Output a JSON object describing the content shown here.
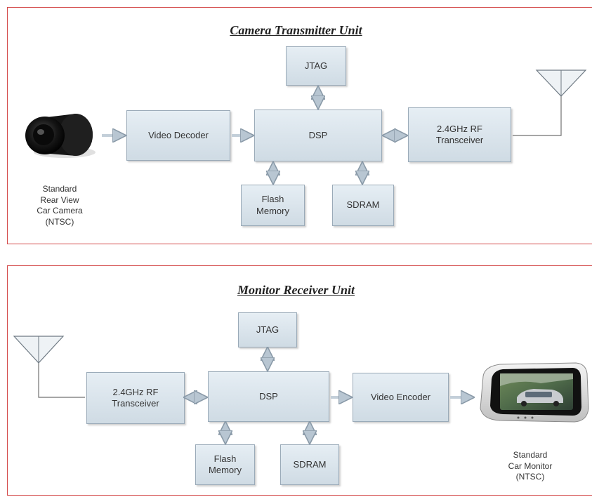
{
  "transmitter": {
    "title": "Camera Transmitter Unit",
    "blocks": {
      "jtag": "JTAG",
      "video_decoder": "Video Decoder",
      "dsp": "DSP",
      "rf": "2.4GHz RF\nTransceiver",
      "flash": "Flash\nMemory",
      "sdram": "SDRAM"
    },
    "camera_caption": "Standard\nRear View\nCar Camera\n(NTSC)"
  },
  "receiver": {
    "title": "Monitor Receiver Unit",
    "blocks": {
      "jtag": "JTAG",
      "rf": "2.4GHz RF\nTransceiver",
      "dsp": "DSP",
      "video_encoder": "Video Encoder",
      "flash": "Flash\nMemory",
      "sdram": "SDRAM"
    },
    "monitor_caption": "Standard\nCar Monitor\n(NTSC)"
  }
}
